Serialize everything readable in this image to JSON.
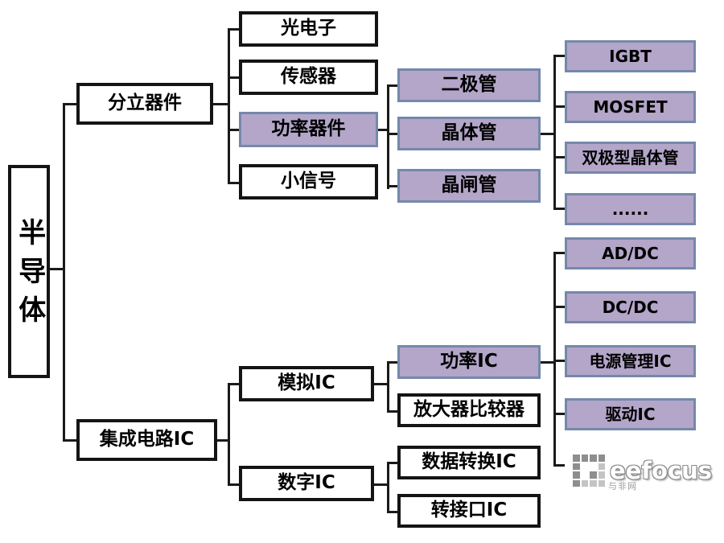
{
  "diagram": {
    "root": {
      "label": "半导体"
    },
    "level1": {
      "discrete": {
        "label": "分立器件"
      },
      "ic": {
        "label": "集成电路IC"
      }
    },
    "discrete_children": {
      "optoelectronics": {
        "label": "光电子"
      },
      "sensor": {
        "label": "传感器"
      },
      "power_devices": {
        "label": "功率器件"
      },
      "small_signal": {
        "label": "小信号"
      }
    },
    "power_device_children": {
      "diode": {
        "label": "二极管"
      },
      "transistor": {
        "label": "晶体管"
      },
      "thyristor": {
        "label": "晶闸管"
      }
    },
    "transistor_children": {
      "igbt": {
        "label": "IGBT"
      },
      "mosfet": {
        "label": "MOSFET"
      },
      "bipolar": {
        "label": "双极型晶体管"
      },
      "more": {
        "label": "......"
      }
    },
    "ic_children": {
      "analog_ic": {
        "label": "模拟IC"
      },
      "digital_ic": {
        "label": "数字IC"
      }
    },
    "analog_children": {
      "power_ic": {
        "label": "功率IC"
      },
      "amp_comparator": {
        "label": "放大器比较器"
      }
    },
    "power_ic_children": {
      "addc": {
        "label": "AD/DC"
      },
      "dcdc": {
        "label": "DC/DC"
      },
      "power_mgmt_ic": {
        "label": "电源管理IC"
      },
      "driver_ic": {
        "label": "驱动IC"
      }
    },
    "digital_children": {
      "data_conversion_ic": {
        "label": "数据转换IC"
      },
      "interface_ic": {
        "label": "转接口IC"
      }
    }
  },
  "watermark": {
    "brand": "eefocus",
    "tagline": "与非网"
  },
  "colors": {
    "purple_fill": "#b3a6c9",
    "purple_border": "#7588ab",
    "box_border": "#141414",
    "line_color": "#1a1a1a",
    "background": "#ffffff"
  }
}
